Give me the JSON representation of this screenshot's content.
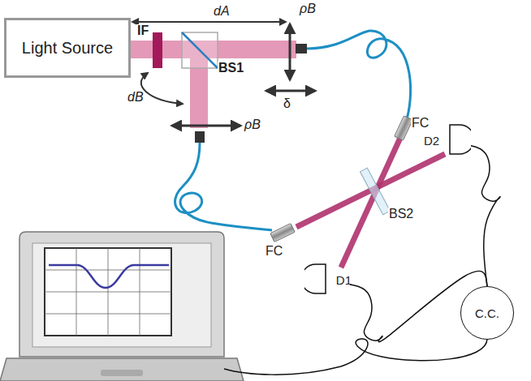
{
  "diagram": {
    "nodes": [
      {
        "text": [
          "Light Source"
        ]
      },
      {
        "text": [
          "D2"
        ]
      },
      {
        "text": [
          "D1"
        ]
      },
      {
        "text": [
          "C.C."
        ]
      }
    ],
    "edges": [
      {
        "from": 2,
        "to": 3,
        "arrow": "none"
      },
      {
        "from": 1,
        "to": 3,
        "arrow": "none"
      }
    ],
    "labels": [
      "dA",
      "ρB",
      "IF",
      "BS1",
      "δ",
      "dB",
      "ρB",
      "FC",
      "FC",
      "BS2"
    ]
  }
}
